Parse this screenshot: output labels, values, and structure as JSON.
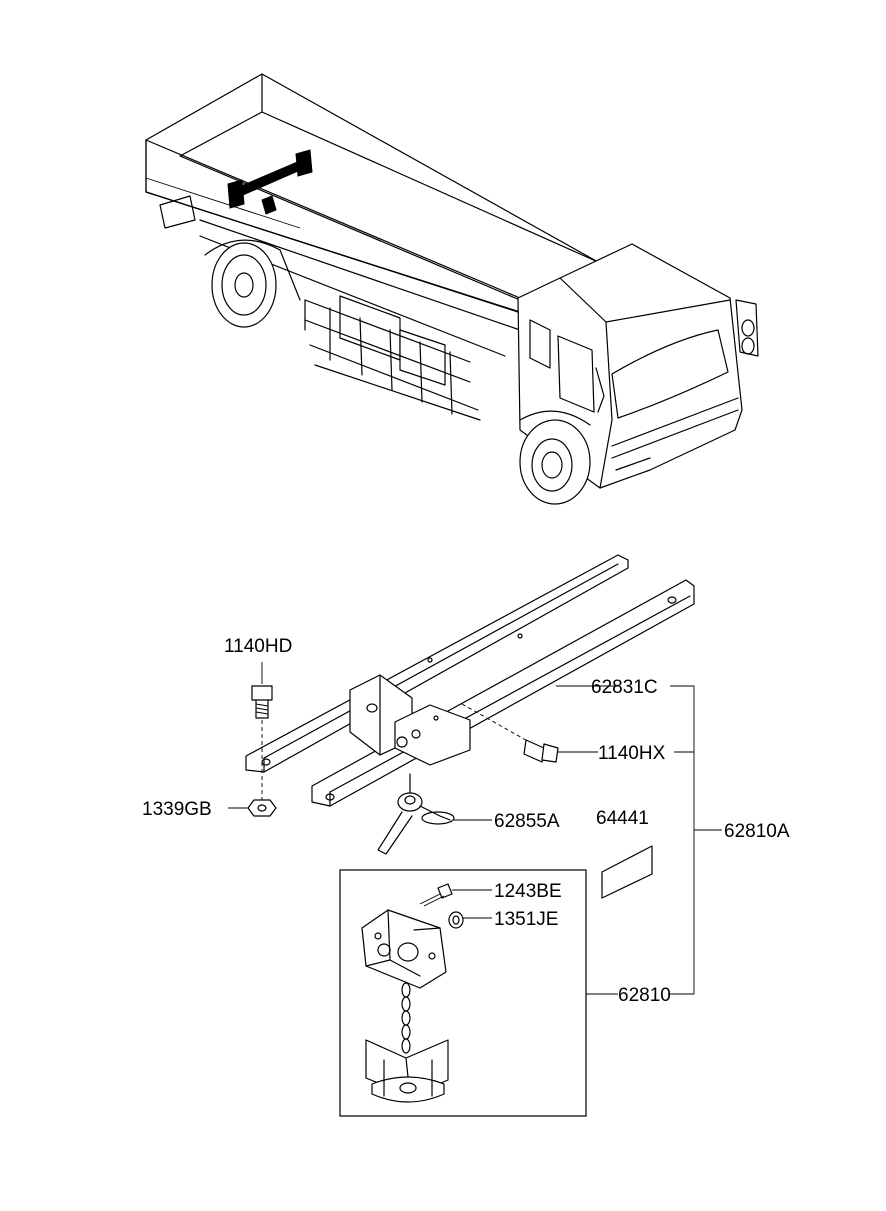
{
  "parts": {
    "p1140HD": "1140HD",
    "p1339GB": "1339GB",
    "p62831C": "62831C",
    "p1140HX": "1140HX",
    "p62855A": "62855A",
    "p64441": "64441",
    "p62810A": "62810A",
    "p1243BE": "1243BE",
    "p1351JE": "1351JE",
    "p62810": "62810"
  },
  "colors": {
    "line": "#000000",
    "background": "#ffffff"
  }
}
